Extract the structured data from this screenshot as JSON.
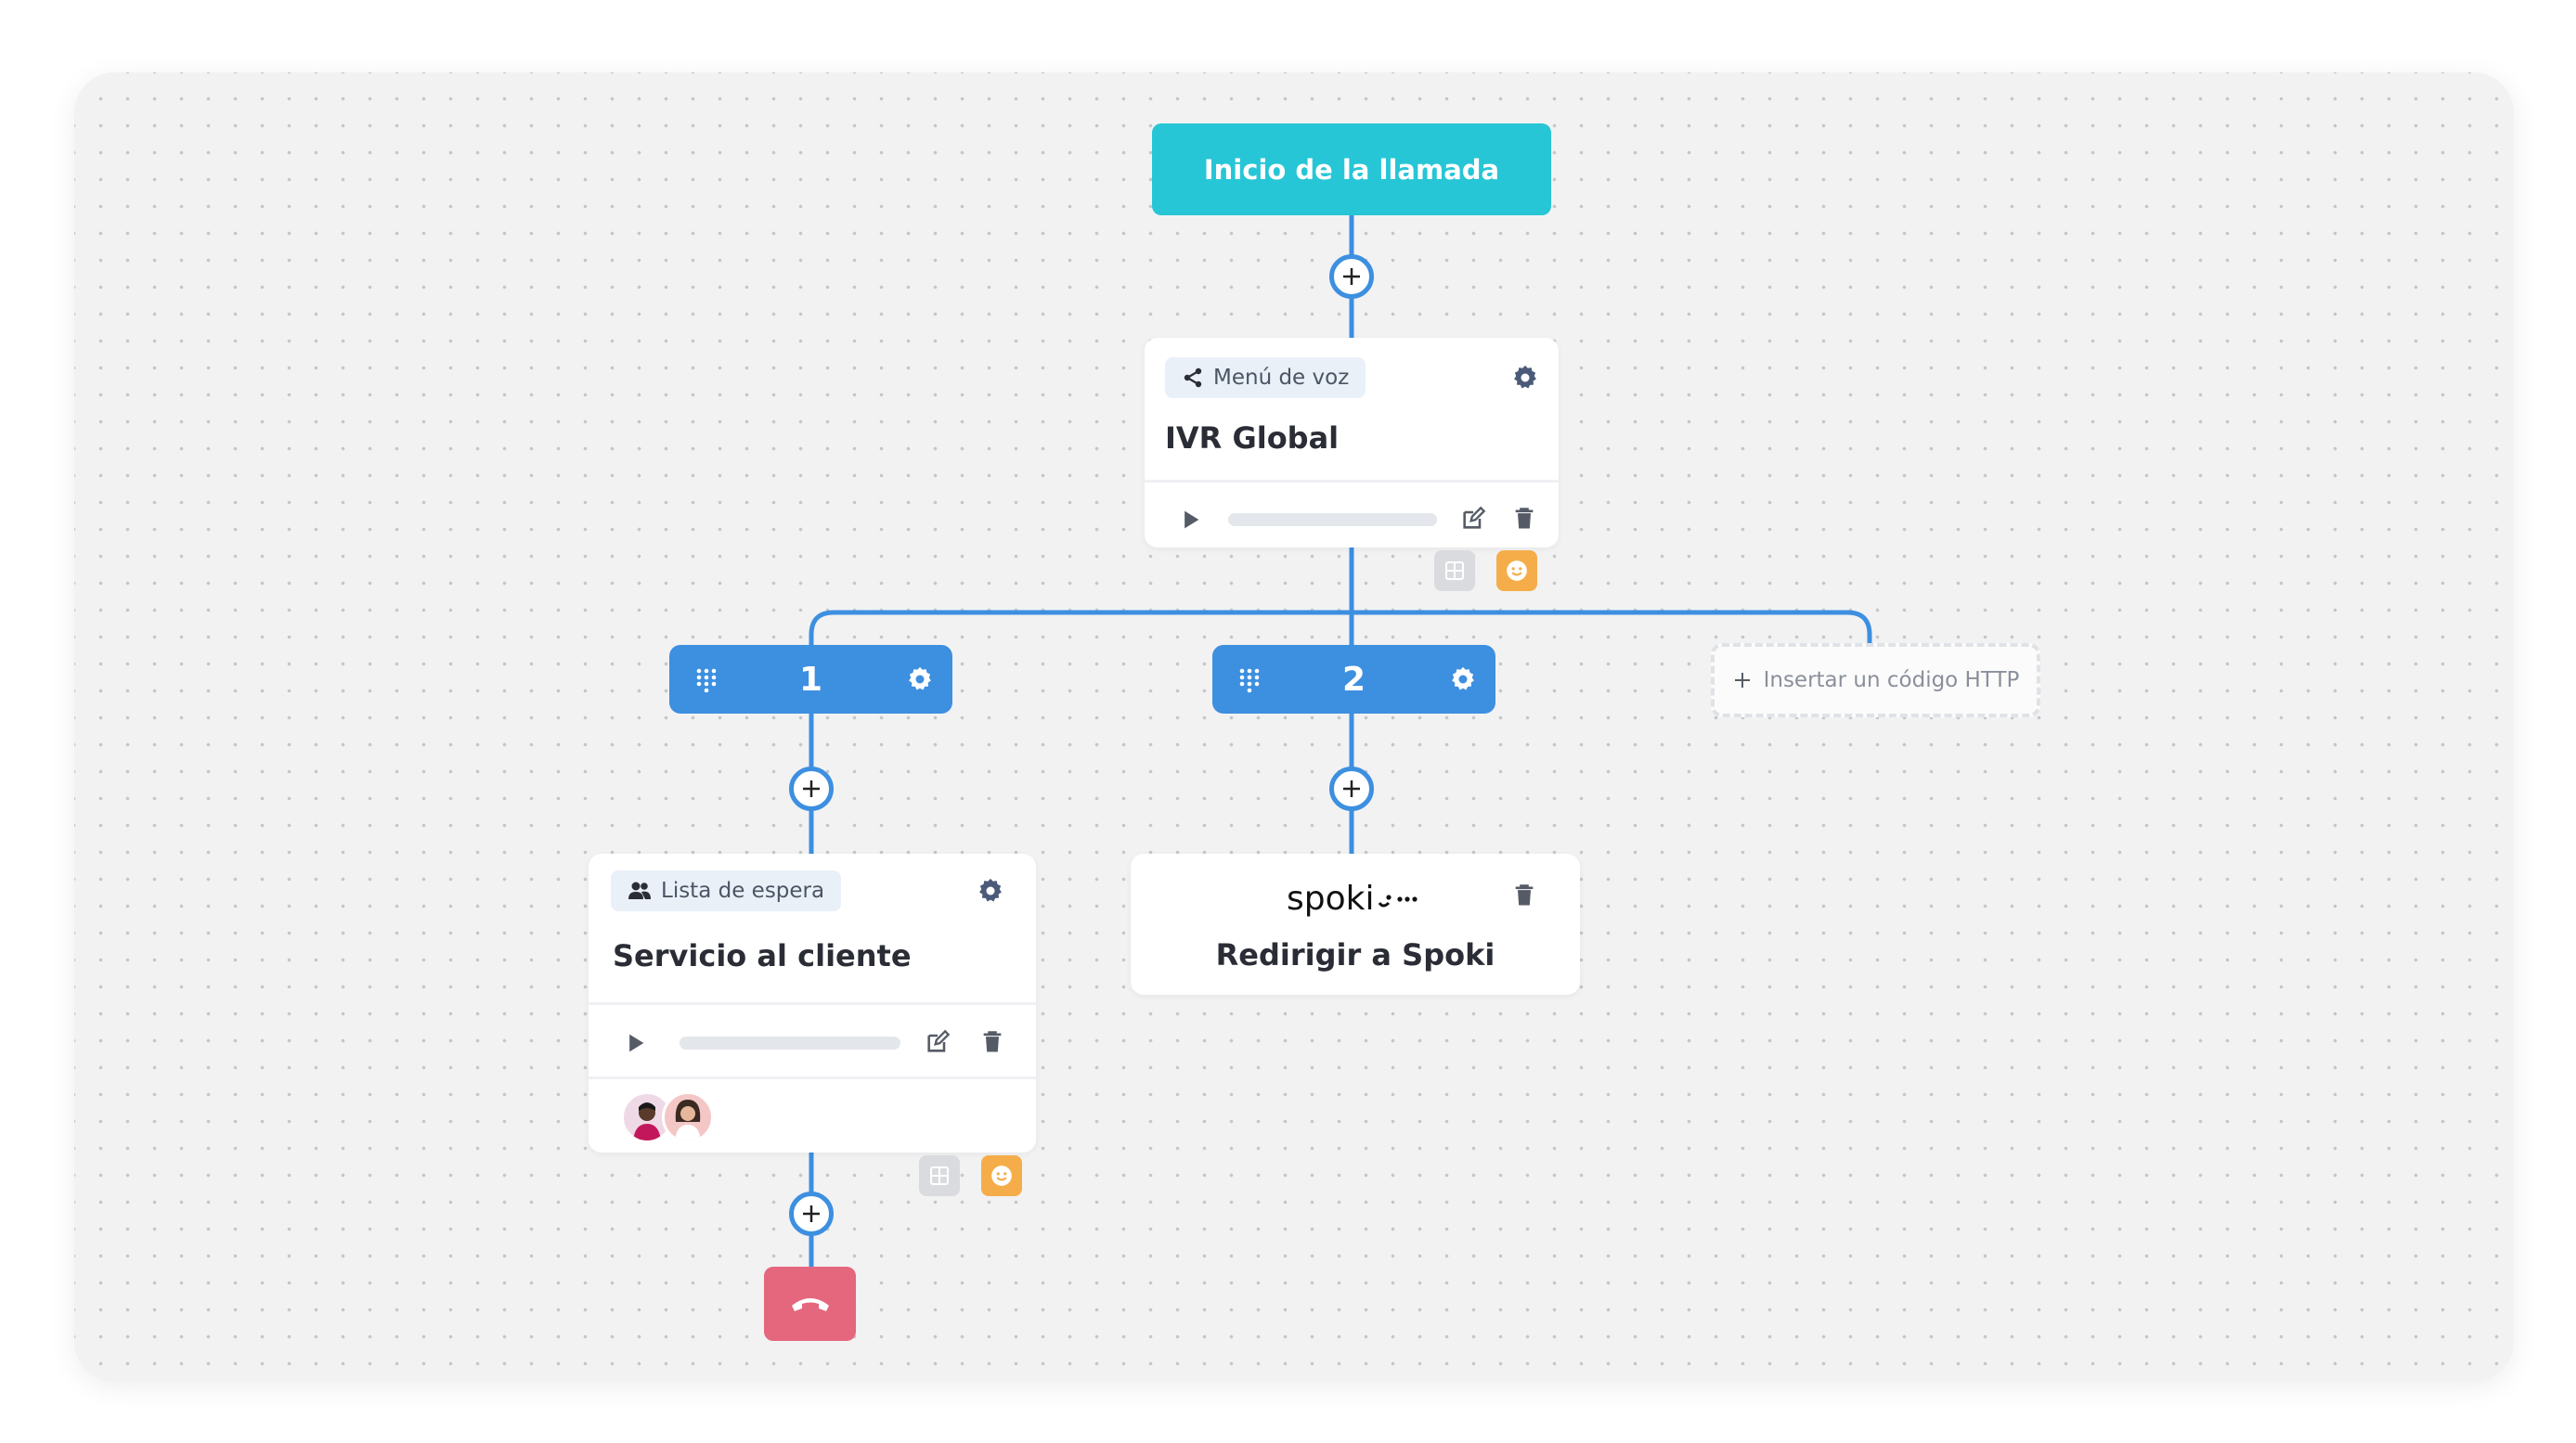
{
  "start_node": {
    "label": "Inicio de la llamada"
  },
  "voice_menu": {
    "tag": "Menú de voz",
    "title": "IVR Global"
  },
  "options": [
    {
      "digit": "1"
    },
    {
      "digit": "2"
    }
  ],
  "insert_http": {
    "label": "Insertar un código HTTP"
  },
  "queue": {
    "tag": "Lista de espera",
    "title": "Servicio al cliente"
  },
  "spoki": {
    "logo_text": "spoki",
    "title": "Redirigir a Spoki"
  },
  "colors": {
    "start": "#27c6d6",
    "wire": "#3d8fe0",
    "option": "#3d8fe0",
    "hangup": "#e5677d",
    "emoji_badge": "#f5ad4a",
    "grid_badge": "#d9dbde",
    "canvas": "#f2f2f3"
  },
  "icons": {
    "voice_menu": "share-icon",
    "queue": "users-icon",
    "settings": "gear-icon",
    "play": "play-icon",
    "edit": "edit-icon",
    "delete": "trash-icon",
    "keypad": "keypad-icon",
    "add": "plus-icon",
    "hangup": "phone-hangup-icon",
    "emoji": "smile-icon",
    "grid": "grid-icon"
  }
}
